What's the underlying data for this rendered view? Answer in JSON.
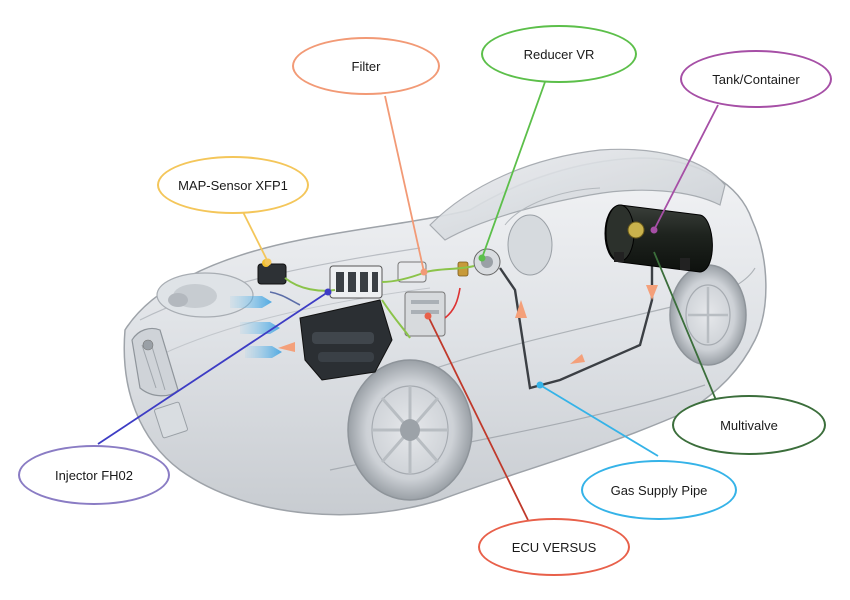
{
  "diagram": {
    "components": [
      {
        "id": "filter",
        "label": "Filter",
        "color": "#f29a76"
      },
      {
        "id": "reducer",
        "label": "Reducer VR",
        "color": "#5cbf4a"
      },
      {
        "id": "tank",
        "label": "Tank/Container",
        "color": "#a64fa6"
      },
      {
        "id": "map-sensor",
        "label": "MAP-Sensor XFP1",
        "color": "#f4c65a"
      },
      {
        "id": "multivalve",
        "label": "Multivalve",
        "color": "#3b6e3b"
      },
      {
        "id": "injector",
        "label": "Injector FH02",
        "color": "#8a7cc4"
      },
      {
        "id": "gas-pipe",
        "label": "Gas Supply Pipe",
        "color": "#35b3e8"
      },
      {
        "id": "ecu",
        "label": "ECU VERSUS",
        "color": "#e8604a"
      }
    ]
  }
}
